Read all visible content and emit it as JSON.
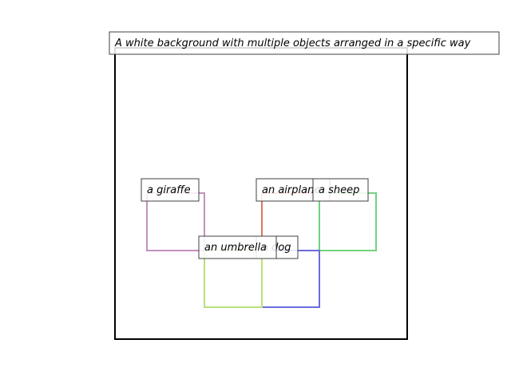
{
  "caption": "A white background with multiple objects arranged in a specific way",
  "objects": [
    {
      "label": "a giraffe",
      "color": "#c391be"
    },
    {
      "label": "an airplane",
      "color": "#e0735f"
    },
    {
      "label": "a sheep",
      "color": "#6fd47e"
    },
    {
      "label": "a dog",
      "color": "#6b6be0"
    },
    {
      "label": "an umbrella",
      "color": "#b6e27a"
    }
  ]
}
